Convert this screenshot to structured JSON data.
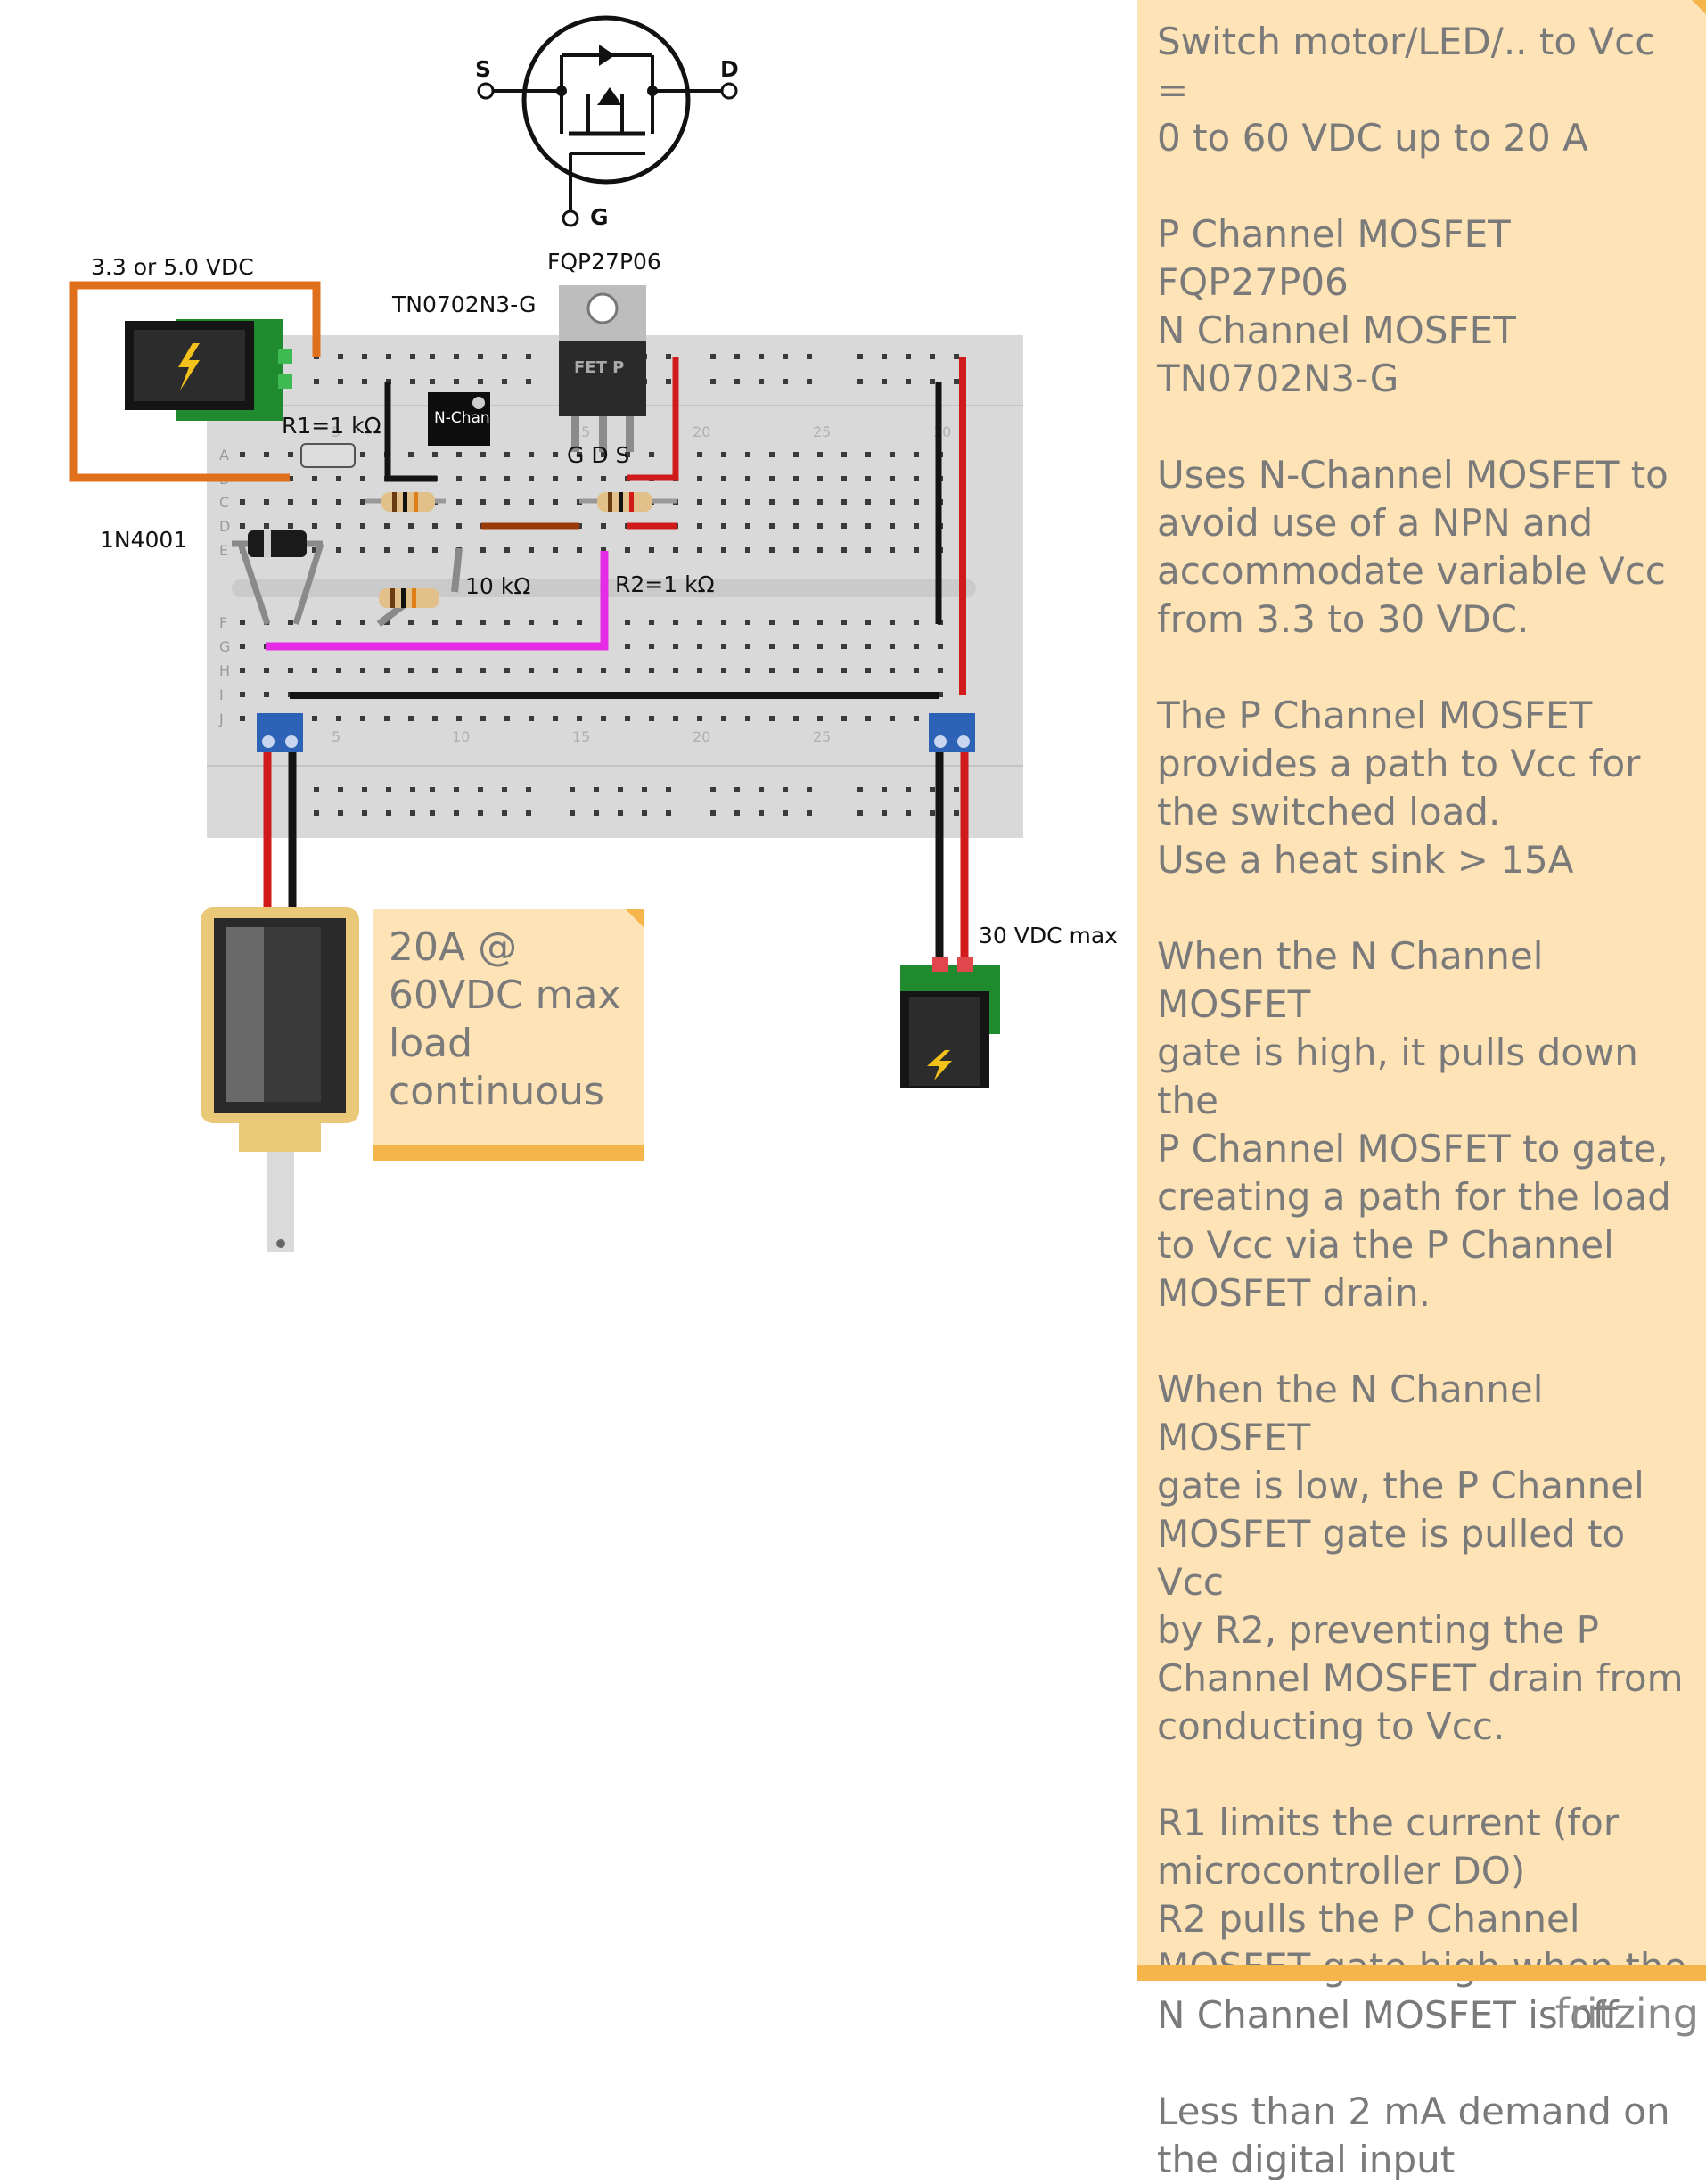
{
  "labels": {
    "supply_left": "3.3 or 5.0 VDC",
    "n_mosfet_part": "TN0702N3-G",
    "p_mosfet_part": "FQP27P06",
    "r1": "R1=1 kΩ",
    "diode": "1N4001",
    "r_gate": "10 kΩ",
    "r2": "R2=1 kΩ",
    "supply_right": "30 VDC max",
    "fet_pins": "G D S",
    "fet_body": "FET P",
    "n_chan_body": "N-Chan",
    "symbol_s": "S",
    "symbol_d": "D",
    "symbol_g": "G"
  },
  "breadboard": {
    "rows_top": [
      "A",
      "B",
      "C",
      "D",
      "E"
    ],
    "rows_bottom": [
      "F",
      "G",
      "H",
      "I",
      "J"
    ],
    "column_numbers": [
      "5",
      "10",
      "15",
      "20",
      "25",
      "30"
    ]
  },
  "load_note": "20A @\n60VDC max\nload\ncontinuous",
  "notes": [
    "Switch motor/LED/.. to Vcc =\n0 to 60 VDC up to 20 A",
    "P Channel MOSFET\nFQP27P06\nN Channel MOSFET\nTN0702N3-G",
    "Uses N-Channel MOSFET to\navoid use of a NPN and\naccommodate variable Vcc\nfrom 3.3 to 30 VDC.",
    "The P Channel MOSFET\nprovides a path to Vcc for\nthe switched load.\nUse a heat sink > 15A",
    "When the N Channel MOSFET\ngate is high, it pulls down the\nP Channel MOSFET to gate,\ncreating a path for the load\nto Vcc via the P Channel\nMOSFET drain.",
    "When the N Channel MOSFET\ngate is low, the P Channel\nMOSFET gate is pulled to Vcc\nby R2, preventing the P\nChannel MOSFET drain from\nconducting to Vcc.",
    "R1 limits the current (for\nmicrocontroller DO)\nR2 pulls the P Channel\nMOSFET gate high when the\nN Channel MOSFET is off",
    "Less than 2 mA demand on\nthe digital input"
  ],
  "brand": "fritzing",
  "colors": {
    "note_bg": "#fde3b6",
    "note_bar": "#f6b54a",
    "note_text": "#7a7a7a",
    "wire_orange": "#e0701c",
    "wire_red": "#d11a1a",
    "wire_black": "#141414",
    "wire_magenta": "#e62be6",
    "wire_brown": "#9a3a0a",
    "breadboard": "#d9d9d9",
    "pcb_green": "#1f8a2e"
  }
}
